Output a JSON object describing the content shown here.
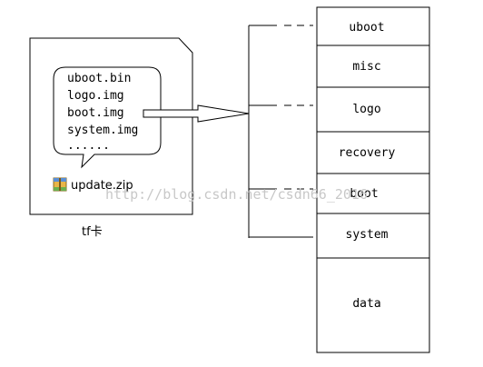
{
  "card": {
    "files": [
      "uboot.bin",
      "logo.img",
      "boot.img",
      "system.img",
      "......"
    ],
    "zip_name": "update.zip",
    "label": "tf卡"
  },
  "partitions": [
    "uboot",
    "misc",
    "logo",
    "recovery",
    "boot",
    "system",
    "data"
  ],
  "watermark": "http://blog.csdn.net/csdn66_2016"
}
